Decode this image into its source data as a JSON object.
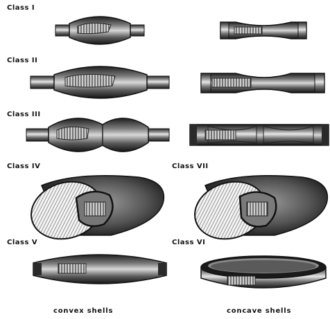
{
  "classes": {
    "c1": "Class I",
    "c2": "Class II",
    "c3": "Class III",
    "c4": "Class IV",
    "c5": "Class V",
    "c6": "Class VI",
    "c7": "Class VII"
  },
  "captions": {
    "left": "convex shells",
    "right": "concave shells"
  }
}
